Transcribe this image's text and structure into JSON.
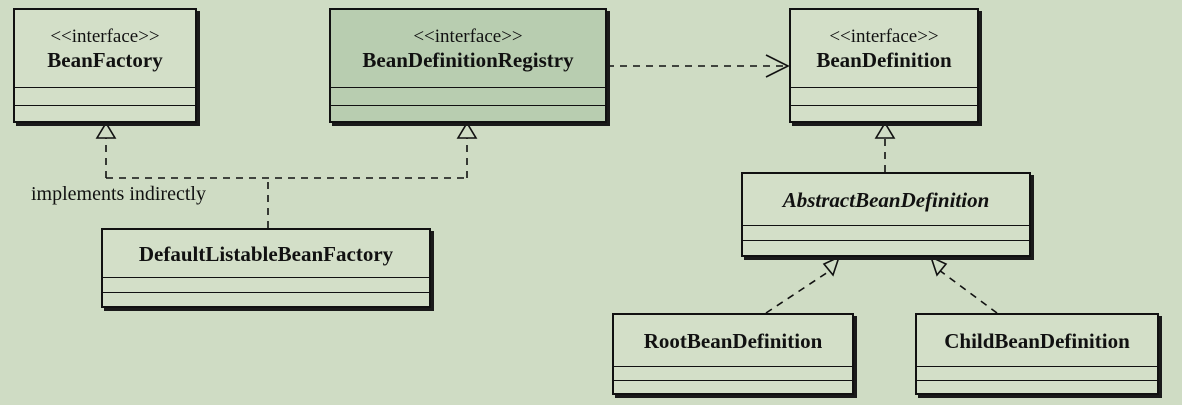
{
  "classes": {
    "bean_factory": {
      "stereotype": "<<interface>>",
      "name": "BeanFactory"
    },
    "bean_definition_registry": {
      "stereotype": "<<interface>>",
      "name": "BeanDefinitionRegistry"
    },
    "bean_definition": {
      "stereotype": "<<interface>>",
      "name": "BeanDefinition"
    },
    "abstract_bean_definition": {
      "name": "AbstractBeanDefinition"
    },
    "default_listable_bean_factory": {
      "name": "DefaultListableBeanFactory"
    },
    "root_bean_definition": {
      "name": "RootBeanDefinition"
    },
    "child_bean_definition": {
      "name": "ChildBeanDefinition"
    }
  },
  "annotations": {
    "implements_indirectly": "implements indirectly"
  },
  "colors": {
    "background": "#cfdcc4",
    "class_fill": "#d3dfc8",
    "class_fill_shaded": "#b8cdb0",
    "stroke": "#111111"
  }
}
